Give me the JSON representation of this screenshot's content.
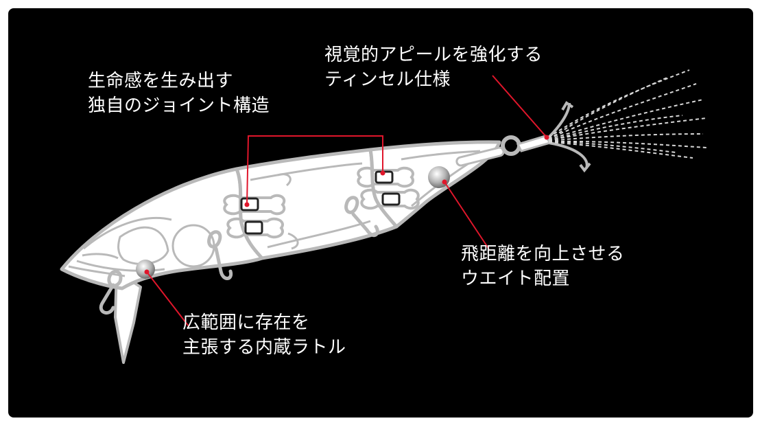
{
  "callouts": {
    "joint": {
      "line1": "生命感を生み出す",
      "line2": "独自のジョイント構造"
    },
    "tinsel": {
      "line1": "視覚的アピールを強化する",
      "line2": "ティンセル仕様"
    },
    "weight": {
      "line1": "飛距離を向上させる",
      "line2": "ウエイト配置"
    },
    "rattle": {
      "line1": "広範囲に存在を",
      "line2": "主張する内蔵ラトル"
    }
  },
  "colors": {
    "background": "#000000",
    "body_fill": "#ffffff",
    "outline": "#b9b9b9",
    "leader_line": "#e0162b",
    "text": "#ffffff"
  }
}
